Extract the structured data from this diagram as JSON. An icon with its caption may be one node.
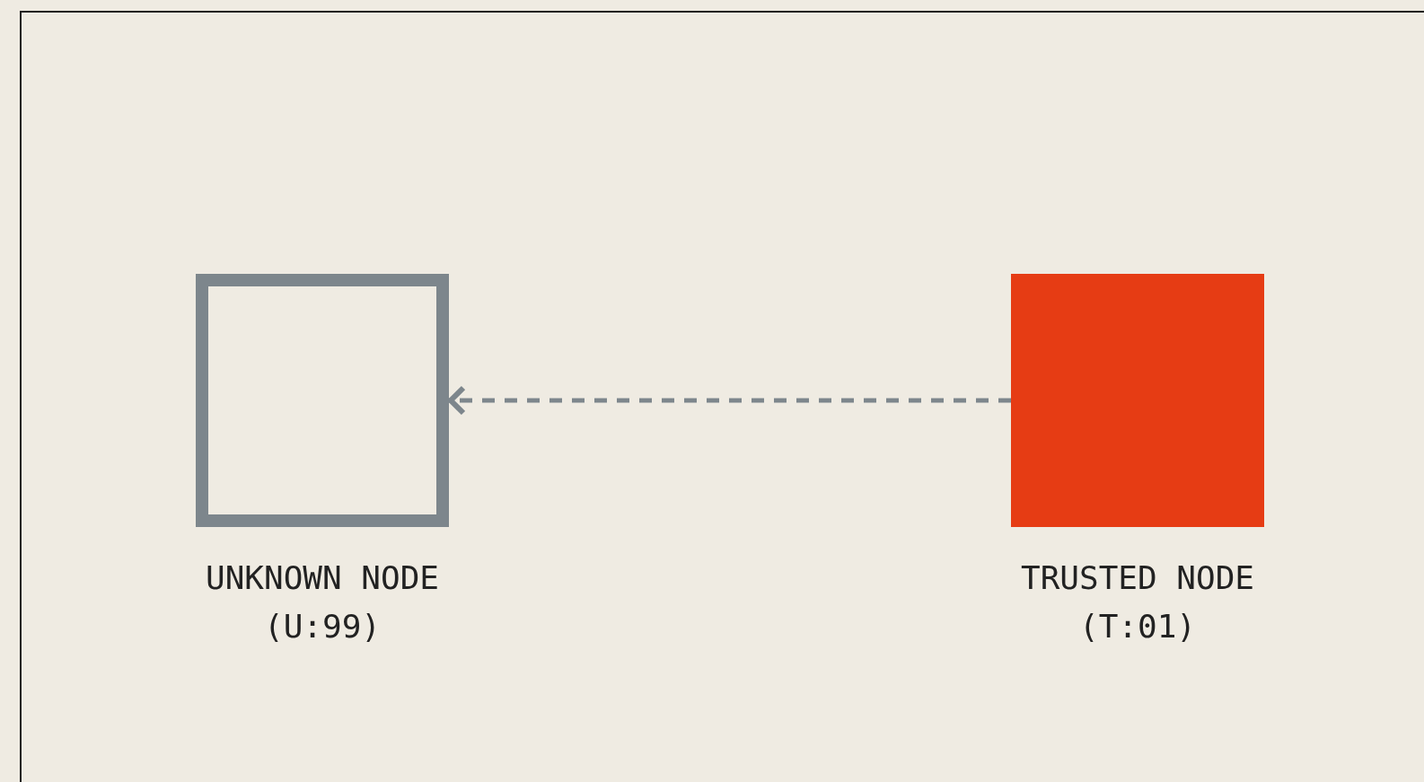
{
  "diagram": {
    "nodes": [
      {
        "text": [],
        "shape": "box",
        "beside": [
          "UNKNOWN NODE",
          "(U:99)"
        ]
      },
      {
        "text": [],
        "shape": "box",
        "beside": [
          "TRUSTED NODE",
          "(T:01)"
        ]
      }
    ],
    "edges": [
      {
        "from": 1,
        "to": 0,
        "arrow": "to",
        "style": "dashed",
        "color": "#7d868c"
      }
    ]
  }
}
